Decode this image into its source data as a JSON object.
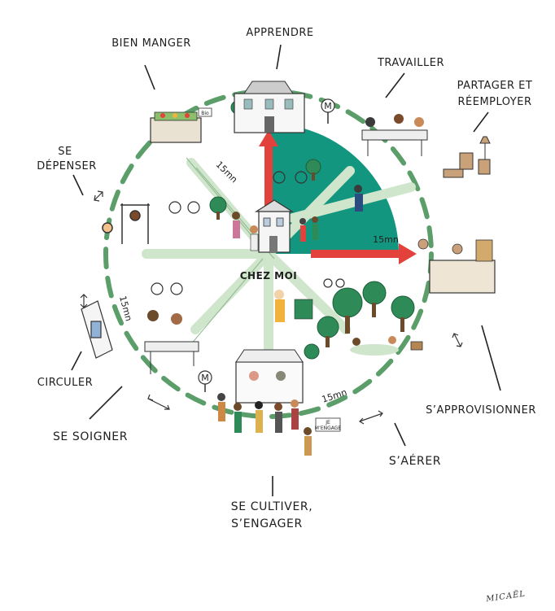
{
  "center_label": "CHEZ MOI",
  "labels": {
    "bien_manger": "BIEN MANGER",
    "apprendre": "APPRENDRE",
    "travailler": "TRAVAILLER",
    "partager_1": "PARTAGER ET",
    "partager_2": "RÉEMPLOYER",
    "se_depenser_1": "SE",
    "se_depenser_2": "DÉPENSER",
    "circuler": "CIRCULER",
    "se_soigner": "SE SOIGNER",
    "se_cultiver_1": "SE CULTIVER,",
    "se_cultiver_2": "S’ENGAGER",
    "s_aerer": "S’AÉRER",
    "s_approvisionner": "S’APPROVISIONNER"
  },
  "durations": {
    "top_left": "15mn",
    "right": "15mn",
    "left": "15mn",
    "bottom": "15mn"
  },
  "signs": {
    "bio": "Bio",
    "metro_top": "M",
    "metro_bottom": "M",
    "je_mengage_1": "JE",
    "je_mengage_2": "M’ENGAGE"
  },
  "signature": "MICAËL",
  "colors": {
    "teal": "#13967f",
    "dash_green": "#5b9e6a",
    "arrow_red": "#e3413c",
    "path_green": "#d8ead6",
    "ink": "#1e1e1e"
  }
}
